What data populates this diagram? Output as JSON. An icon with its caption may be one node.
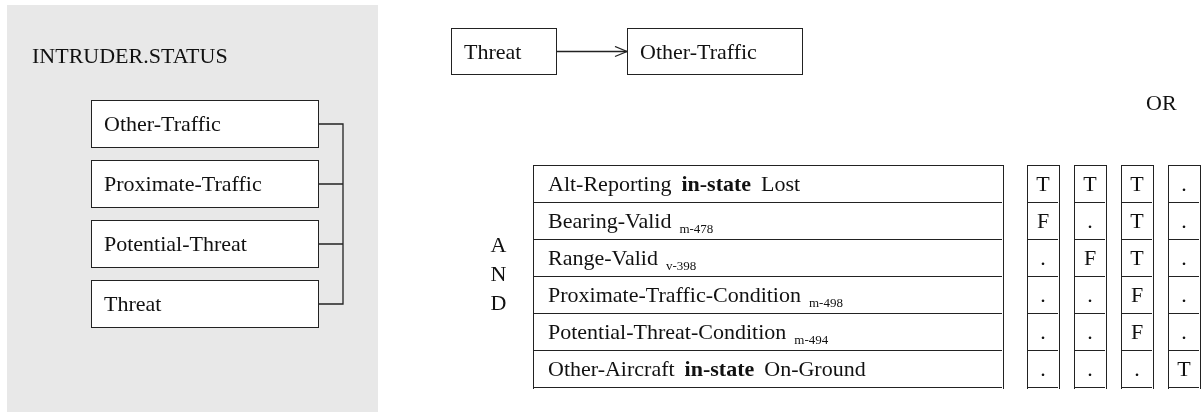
{
  "diagram": {
    "nodes": [
      {
        "text": [
          "INTRUDER.STATUS"
        ]
      },
      {
        "text": [
          "Other-Traffic"
        ],
        "in": 0
      },
      {
        "text": [
          "Proximate-Traffic"
        ],
        "in": 0
      },
      {
        "text": [
          "Potential-Threat"
        ],
        "in": 0
      },
      {
        "text": [
          "Threat"
        ],
        "in": 0
      },
      {
        "text": [
          "Threat"
        ]
      },
      {
        "text": [
          "Other-Traffic"
        ]
      }
    ],
    "edges": [
      {
        "from": 5,
        "to": 6,
        "arrow": "to"
      }
    ],
    "labels": [
      "OR",
      "AND",
      "Alt-Reporting **in-state** Lost",
      "T",
      "T",
      "T",
      ".",
      "Bearing-Valid $_{m-478}$",
      "F",
      ".",
      "T",
      ".",
      "Range-Valid $_{v-398}$",
      ".",
      "F",
      "T",
      ".",
      "Proximate-Traffic-Condition $_{m-498}$",
      ".",
      ".",
      "F",
      ".",
      "Potential-Threat-Condition $_{m-494}$",
      ".",
      ".",
      "F",
      ".",
      "Other-Aircraft **in-state** On-Ground",
      ".",
      ".",
      ".",
      "T"
    ]
  }
}
